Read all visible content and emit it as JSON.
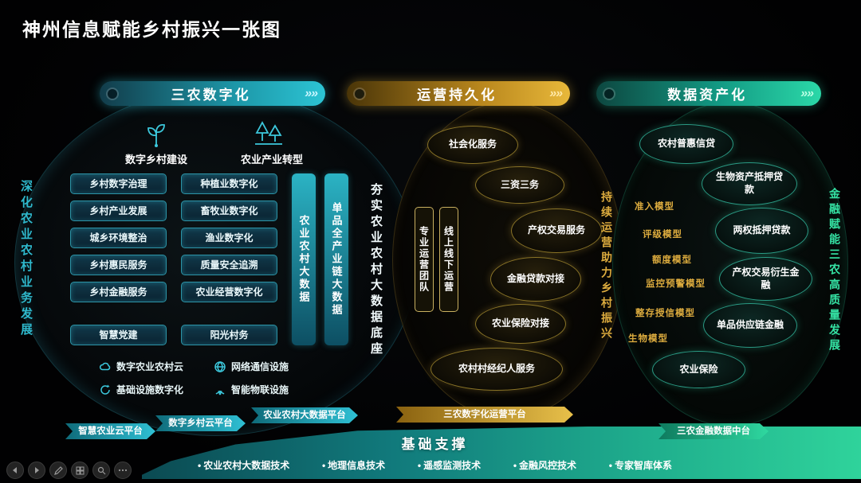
{
  "title": "神州信息赋能乡村振兴一张图",
  "icons": {
    "chevrons": "»»",
    "bullet": "•"
  },
  "colors": {
    "teal": "#2cc4d4",
    "gold": "#e0b23d",
    "green": "#2fd8a0"
  },
  "sections": [
    {
      "header": "三农数字化",
      "left_vertical": "深化农业农村业务发展",
      "right_vertical": "夯实农业农村大数据底座",
      "groups": [
        {
          "label": "数字乡村建设"
        },
        {
          "label": "农业产业转型"
        }
      ],
      "col1": [
        "乡村数字治理",
        "乡村产业发展",
        "城乡环境整治",
        "乡村惠民服务",
        "乡村金融服务"
      ],
      "col1_extra": "智慧党建",
      "col2": [
        "种植业数字化",
        "畜牧业数字化",
        "渔业数字化",
        "质量安全追溯",
        "农业经营数字化"
      ],
      "col2_extra": "阳光村务",
      "bars": [
        "农业农村大数据",
        "单品全产业链大数据"
      ],
      "infra": [
        "数字农业农村云",
        "网络通信设施",
        "基础设施数字化",
        "智能物联设施"
      ],
      "platforms": [
        "智慧农业云平台",
        "数字乡村云平台",
        "农业农村大数据平台"
      ]
    },
    {
      "header": "运营持久化",
      "bars": [
        "专业运营团队",
        "线上线下运营"
      ],
      "ellipses": [
        "社会化服务",
        "三资三务",
        "产权交易服务",
        "金融贷款对接",
        "农业保险对接",
        "农村村经纪人服务"
      ],
      "right_vertical": "持续运营助力乡村振兴",
      "platform": "三农数字化运营平台"
    },
    {
      "header": "数据资产化",
      "models": [
        "准入模型",
        "评级模型",
        "额度模型",
        "监控预警模型",
        "整存授信模型",
        "生物模型"
      ],
      "ellipses": [
        "农村普惠信贷",
        "生物资产抵押贷款",
        "两权抵押贷款",
        "产权交易衍生金融",
        "单品供应链金融",
        "农业保险"
      ],
      "right_vertical": "金融赋能三农高质量发展",
      "platform": "三农金融数据中台"
    }
  ],
  "foundation": {
    "title": "基础支撑",
    "items": [
      "农业农村大数据技术",
      "地理信息技术",
      "遥感监测技术",
      "金融风控技术",
      "专家智库体系"
    ]
  },
  "toolbar": {
    "buttons": [
      "previous",
      "next",
      "pen",
      "thumbnails",
      "zoom",
      "more"
    ]
  }
}
